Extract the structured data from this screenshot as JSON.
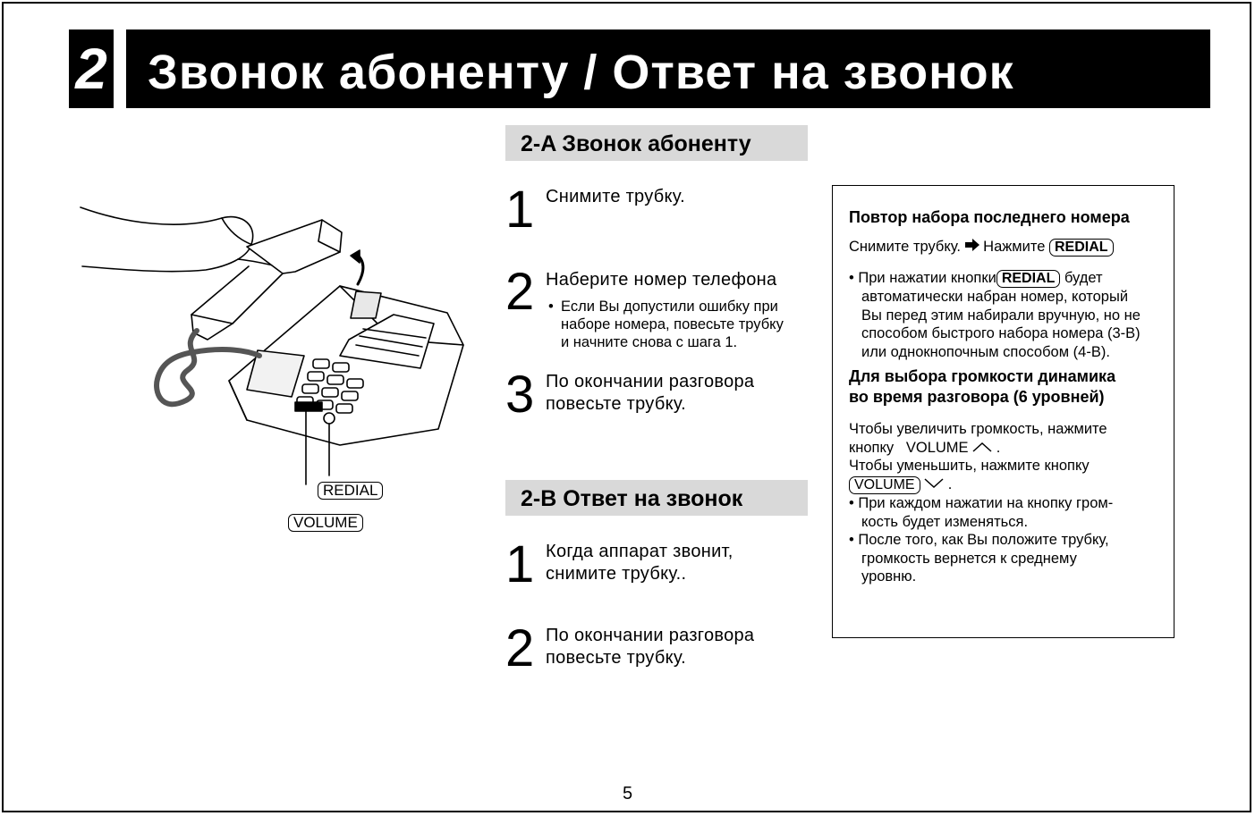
{
  "header": {
    "chapter_number": "2",
    "title": "Звонок абоненту / Ответ на звонок"
  },
  "section_a": {
    "heading": "2-A Звонок абоненту",
    "steps": [
      {
        "num": "1",
        "text": "Снимите трубку."
      },
      {
        "num": "2",
        "text": "Наберите номер телефона",
        "note": [
          "Если Вы допустили ошибку при",
          "наборе номера, повесьте трубку",
          "и начните снова с шага 1."
        ]
      },
      {
        "num": "3",
        "text_lines": [
          "По окончании разговора",
          "повесьте трубку."
        ]
      }
    ]
  },
  "section_b": {
    "heading": "2-B Ответ на звонок",
    "steps": [
      {
        "num": "1",
        "text_lines": [
          "Когда аппарат звонит,",
          "снимите трубку.."
        ]
      },
      {
        "num": "2",
        "text_lines": [
          "По окончании разговора",
          "повесьте трубку."
        ]
      }
    ]
  },
  "info_box": {
    "redial_heading": "Повтор набора последнего номера",
    "redial_instruction_prefix": "Снимите трубку.",
    "redial_instruction_action": "Нажмите",
    "redial_key": "REDIAL",
    "redial_note_prefix": "При нажатии кнопки",
    "redial_note_suffix": "будет",
    "redial_note_lines": [
      "автоматически набран номер, который",
      "Вы перед этим набирали вручную, но не",
      "способом быстрого набора номера (3-В)",
      "или однокнопочным способом (4-В)."
    ],
    "volume_heading_lines": [
      "Для выбора громкости динамика",
      "во время разговора (6 уровней)"
    ],
    "volume_up_lines": [
      "Чтобы увеличить громкость, нажмите",
      "кнопку"
    ],
    "volume_key": "VOLUME",
    "volume_down_line": "Чтобы уменьшить, нажмите кнопку",
    "volume_notes": [
      [
        "При каждом нажатии на кнопку гром-",
        "кость будет изменяться."
      ],
      [
        "После того, как Вы положите трубку,",
        "громкость вернется к среднему",
        "уровню."
      ]
    ]
  },
  "illustration": {
    "redial_label": "REDIAL",
    "volume_label": "VOLUME"
  },
  "footer": {
    "page_number": "5"
  }
}
